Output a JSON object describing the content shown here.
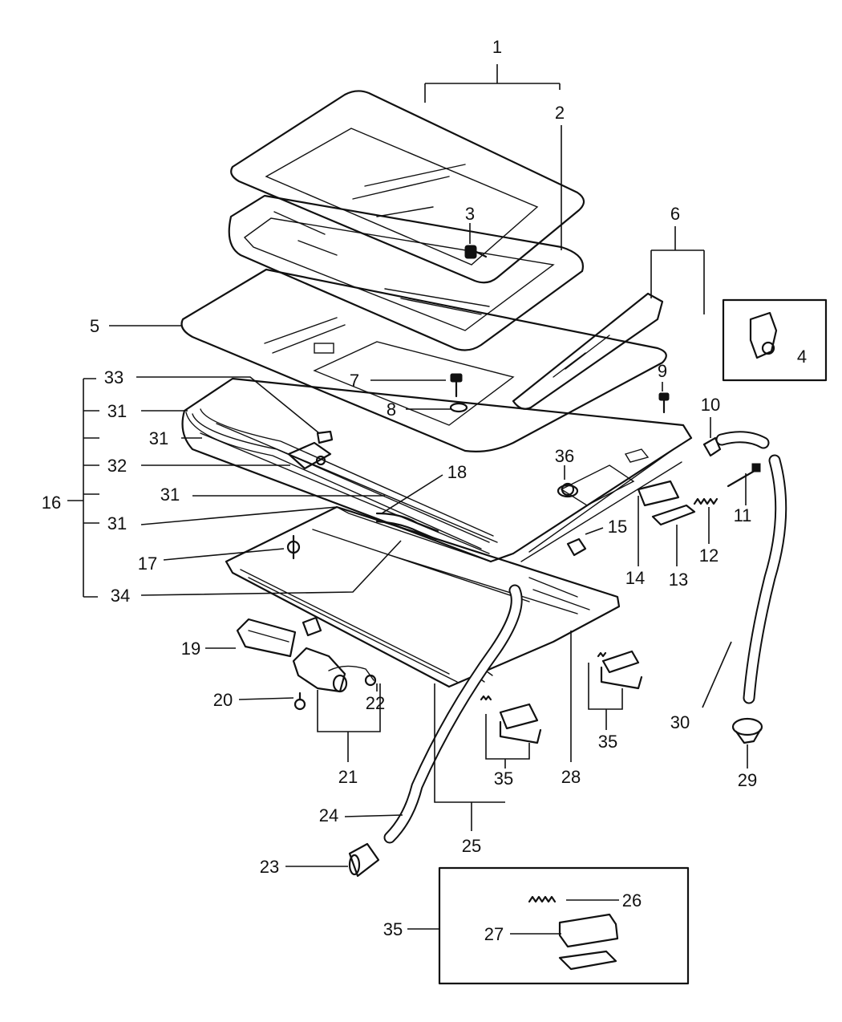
{
  "labels": {
    "l1": "1",
    "l2": "2",
    "l3": "3",
    "l4": "4",
    "l5": "5",
    "l6": "6",
    "l7": "7",
    "l8": "8",
    "l9": "9",
    "l10": "10",
    "l11": "11",
    "l12": "12",
    "l13": "13",
    "l14": "14",
    "l15": "15",
    "l16": "16",
    "l17": "17",
    "l18": "18",
    "l19": "19",
    "l20": "20",
    "l21": "21",
    "l22": "22",
    "l23": "23",
    "l24": "24",
    "l25": "25",
    "l26": "26",
    "l27": "27",
    "l28": "28",
    "l29": "29",
    "l30": "30",
    "l31a": "31",
    "l31b": "31",
    "l31c": "31",
    "l31d": "31",
    "l32": "32",
    "l33": "33",
    "l34": "34",
    "l35a": "35",
    "l35b": "35",
    "l35c": "35",
    "l36": "36"
  }
}
